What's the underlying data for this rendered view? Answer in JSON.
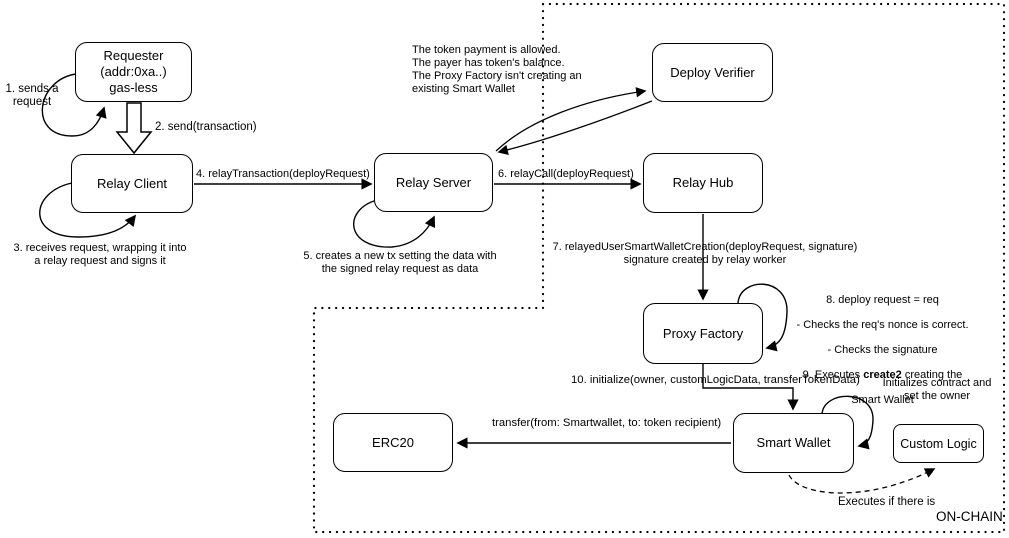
{
  "colors": {
    "ink": "#000000",
    "paper": "#ffffff"
  },
  "boxes": {
    "requester": "Requester\n(addr:0xa..)\ngas-less",
    "relay_client": "Relay Client",
    "relay_server": "Relay Server",
    "deploy_verifier": "Deploy Verifier",
    "relay_hub": "Relay Hub",
    "proxy_factory": "Proxy Factory",
    "smart_wallet": "Smart Wallet",
    "custom_logic": "Custom Logic",
    "erc20": "ERC20"
  },
  "labels": {
    "step1": "1. sends a\nrequest",
    "step2": "2. send(transaction)",
    "step3": "3. receives request, wrapping it into\na relay request and signs it",
    "step4": "4. relayTransaction(deployRequest)",
    "step5": "5. creates a new tx setting the data with\nthe signed relay request as data",
    "step6": "6. relayCall(deployRequest)",
    "step7": "7. relayedUserSmartWalletCreation(deployRequest, signature)\nsignature created by relay worker",
    "step8_line1": "8. deploy request = req",
    "step8_line2": "- Checks the req's nonce is correct.",
    "step8_line3": "- Checks the signature",
    "step9_pre": "9. Executes ",
    "step9_bold": "create2",
    "step9_post": " creating the",
    "step9_line2": "Smart Wallet",
    "step10": "10. initialize(owner, customLogicData, transferTokenData)",
    "transfer": "transfer(from: Smartwallet, to: token recipient)",
    "verifier_note": "The token payment is allowed.\nThe payer has token's balance.\nThe Proxy Factory isn't creating an\nexisting Smart Wallet",
    "custom_logic_note": "Initializes contract and\nset the owner",
    "executes_note": "Executes if there is",
    "on_chain": "ON-CHAIN"
  }
}
